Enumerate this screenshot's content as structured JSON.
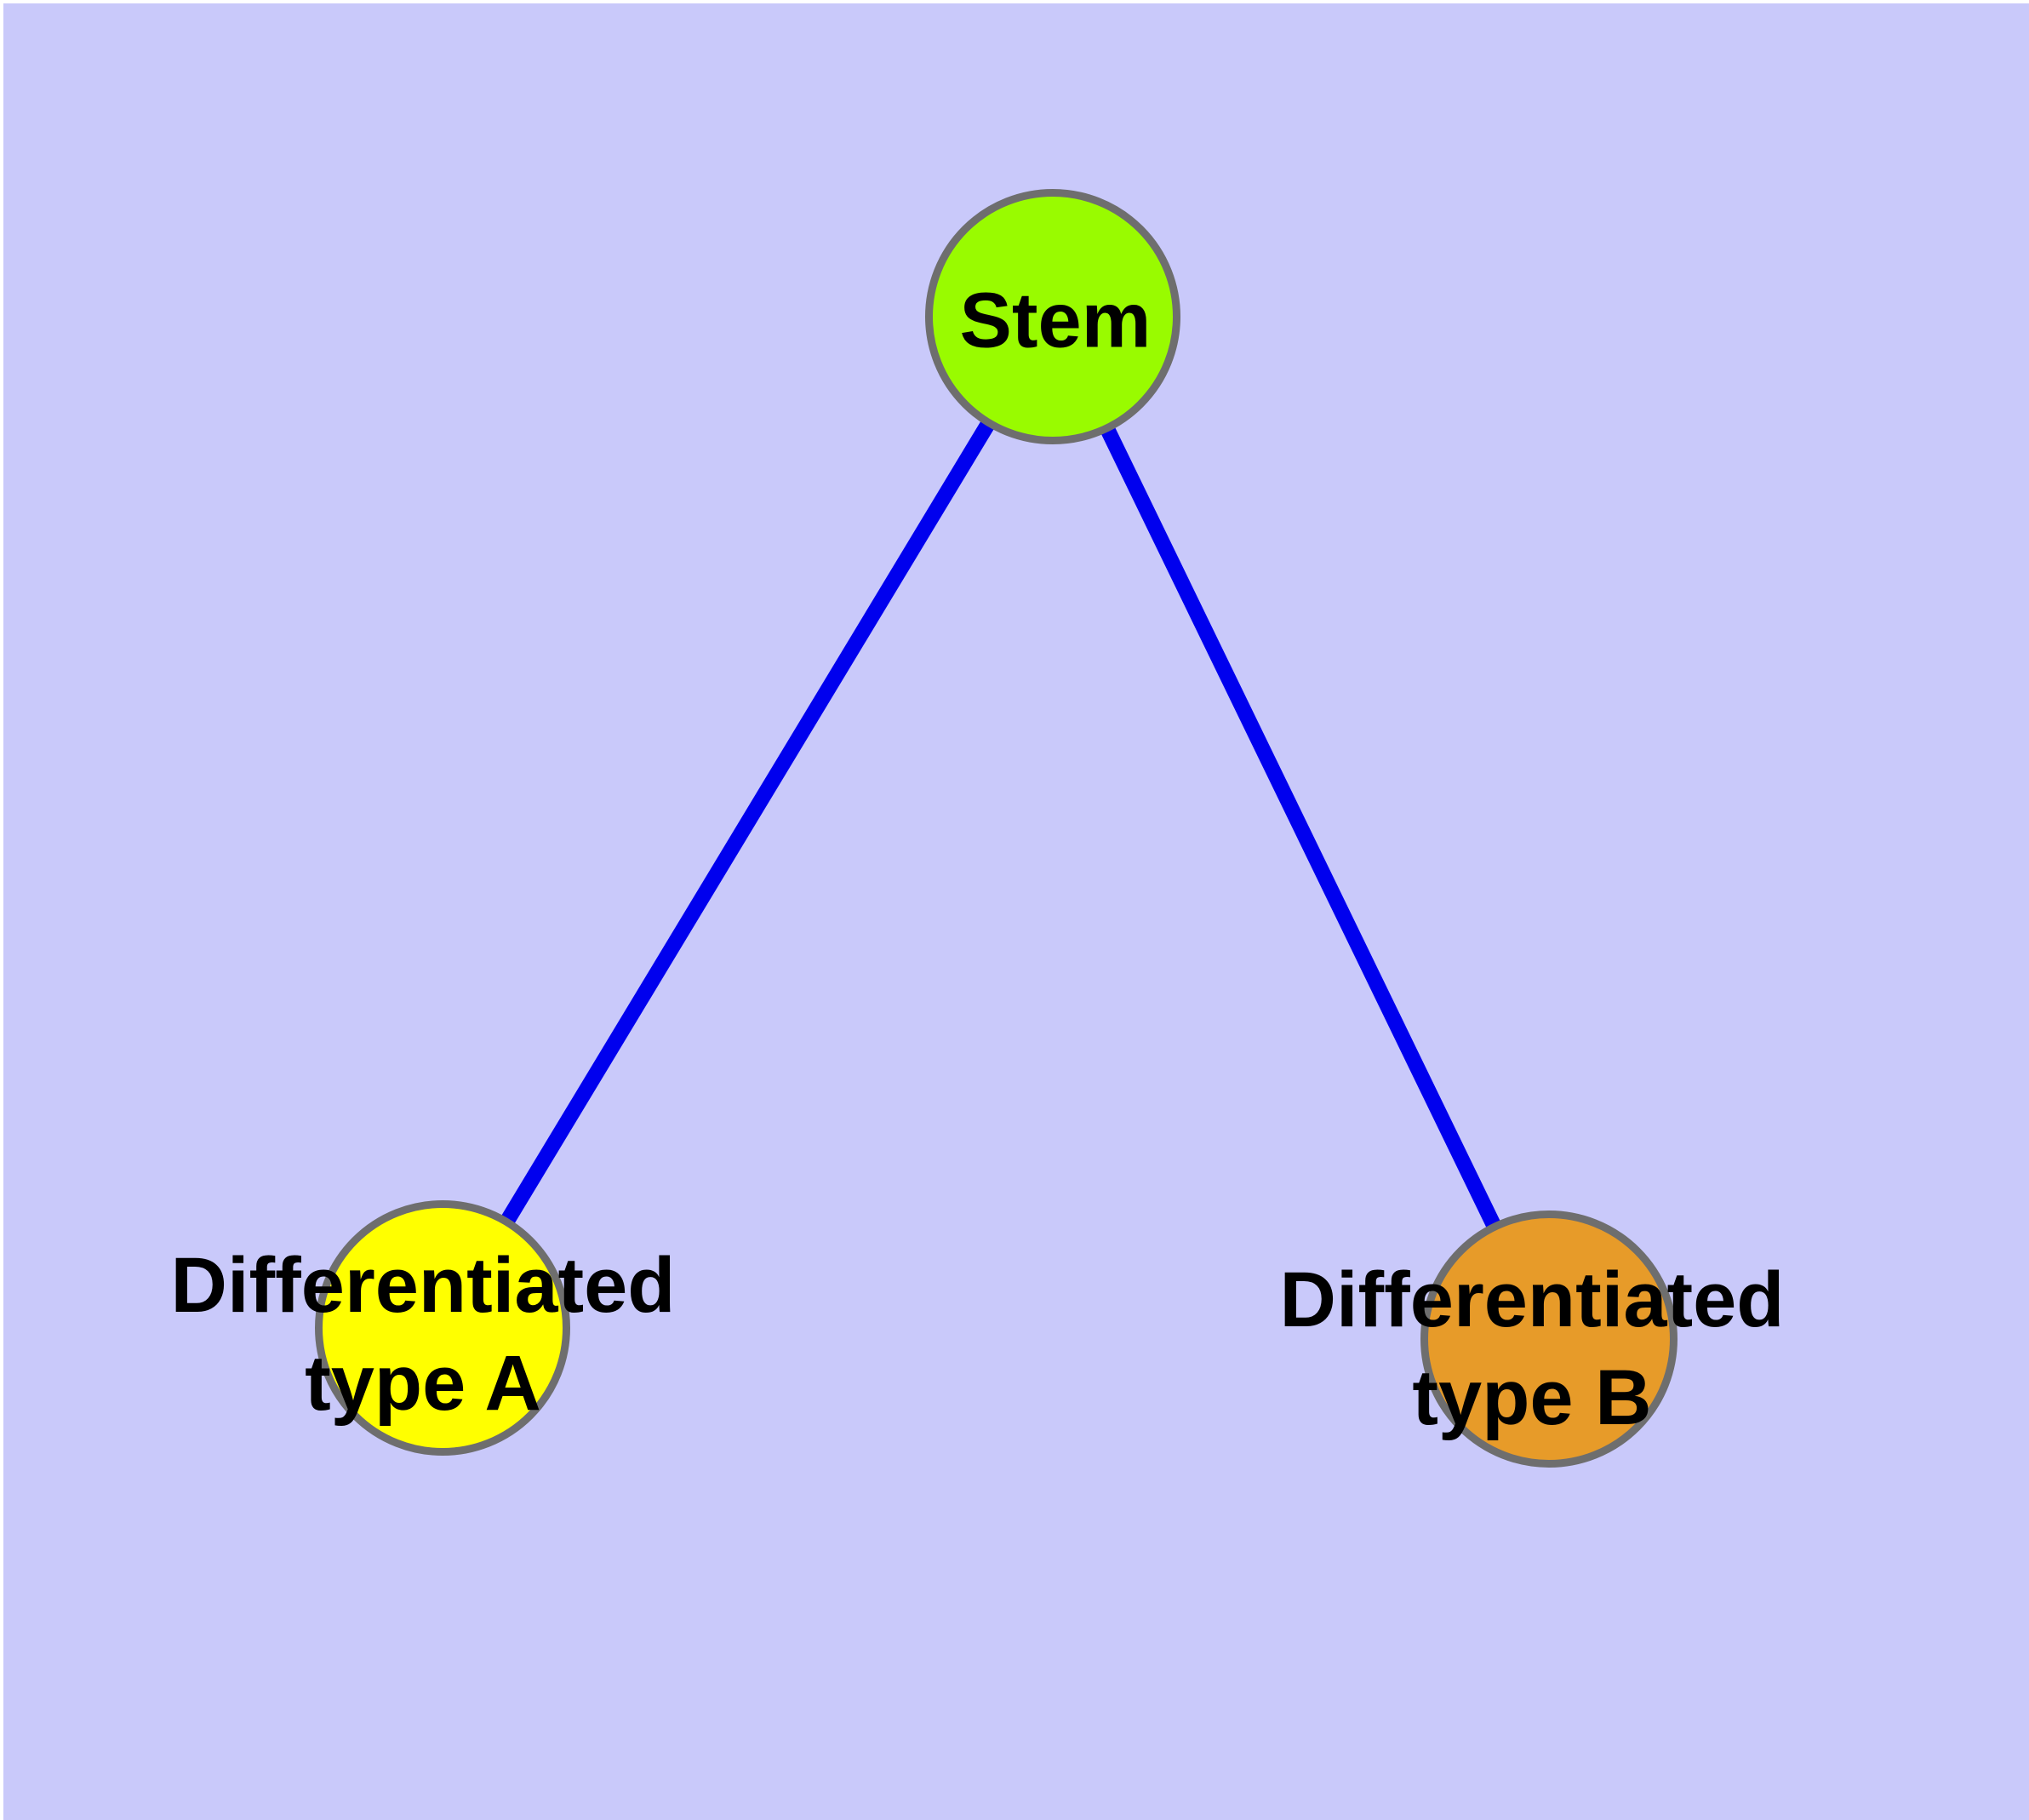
{
  "diagram": {
    "description": "Cell differentiation graph: a stem node connected to two differentiated cell type nodes",
    "background_color": "#c9c9fa",
    "margin_color": "#ffffff",
    "edge_color": "#0000ee",
    "node_border_color": "#6e6e6e",
    "label_color": "#000000",
    "nodes": [
      {
        "id": "stem",
        "label": "Stem",
        "label_lines": [
          "Stem"
        ],
        "fill_color": "#99fb00"
      },
      {
        "id": "differentiated-type-a",
        "label": "Differentiated type A",
        "label_lines": [
          "Differentiated",
          "type A"
        ],
        "fill_color": "#ffff00"
      },
      {
        "id": "differentiated-type-b",
        "label": "Differentiated type B",
        "label_lines": [
          "Differentiated",
          "type B"
        ],
        "fill_color": "#e79b29"
      }
    ],
    "edges": [
      {
        "from": "stem",
        "to": "differentiated-type-a"
      },
      {
        "from": "stem",
        "to": "differentiated-type-b"
      }
    ]
  }
}
